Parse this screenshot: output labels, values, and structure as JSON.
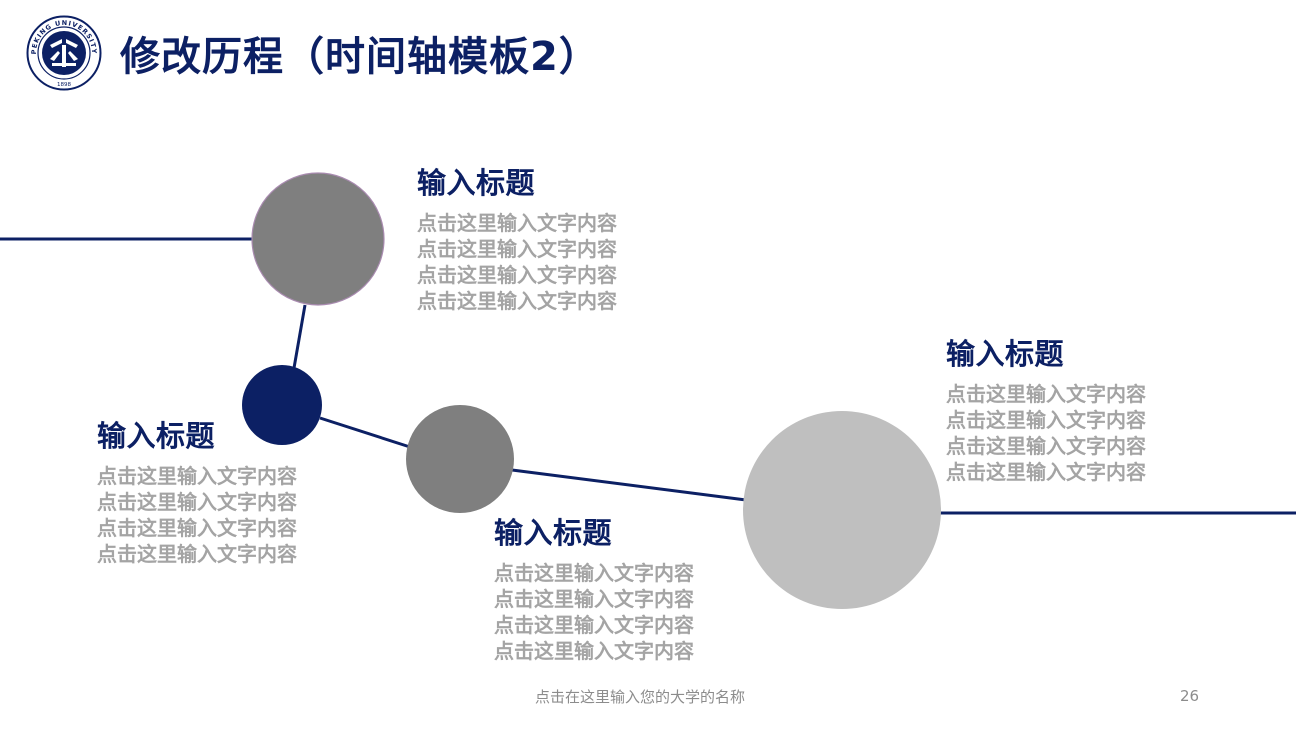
{
  "header": {
    "title": "修改历程（时间轴模板2）",
    "logo": {
      "icon": "peking-university-seal-icon",
      "ring_text": "PEKING UNIVERSITY",
      "year": "1898"
    }
  },
  "timeline": {
    "colors": {
      "navy": "#0c2064",
      "dark_gray": "#7f7f7f",
      "light_gray": "#bfbfbf",
      "text_gray": "#a4a4a4"
    },
    "items": [
      {
        "title": "输入标题",
        "lines": [
          "点击这里输入文字内容",
          "点击这里输入文字内容",
          "点击这里输入文字内容",
          "点击这里输入文字内容"
        ]
      },
      {
        "title": "输入标题",
        "lines": [
          "点击这里输入文字内容",
          "点击这里输入文字内容",
          "点击这里输入文字内容",
          "点击这里输入文字内容"
        ]
      },
      {
        "title": "输入标题",
        "lines": [
          "点击这里输入文字内容",
          "点击这里输入文字内容",
          "点击这里输入文字内容",
          "点击这里输入文字内容"
        ]
      },
      {
        "title": "输入标题",
        "lines": [
          "点击这里输入文字内容",
          "点击这里输入文字内容",
          "点击这里输入文字内容",
          "点击这里输入文字内容"
        ]
      }
    ]
  },
  "footer": {
    "university_placeholder": "点击在这里输入您的大学的名称",
    "page_number": "26"
  }
}
